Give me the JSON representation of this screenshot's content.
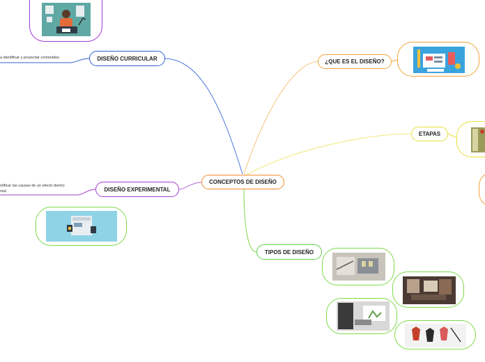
{
  "central": {
    "label": "CONCEPTOS DE DISEÑO",
    "color": "#f08a2a"
  },
  "branches": {
    "que_es": {
      "label": "¿QUE ES EL DISEÑO?",
      "color": "#f2a23a"
    },
    "etapas": {
      "label": "ETAPAS",
      "color": "#e8e03a"
    },
    "tipos": {
      "label": "TIPOS DE DISEÑO",
      "color": "#5fd14a"
    },
    "experimental": {
      "label": "DISEÑO EXPERIMENTAL",
      "color": "#a23ccf"
    },
    "curricular": {
      "label": "DISEÑO CURRICULAR",
      "color": "#2f5fd0"
    }
  },
  "notes": {
    "curricular": "a identificar y proyectar contenidos",
    "experimental_line1": "ntificar las causas de un efecto dentro",
    "experimental_line2": "ntal"
  },
  "image_frames": {
    "curricular": "#a23ccf",
    "que_es": "#f2a23a",
    "etapas_1": "#e8e03a",
    "etapas_2": "#f2a23a",
    "experimental": "#7ed94a",
    "tipos": "#7ed94a"
  }
}
